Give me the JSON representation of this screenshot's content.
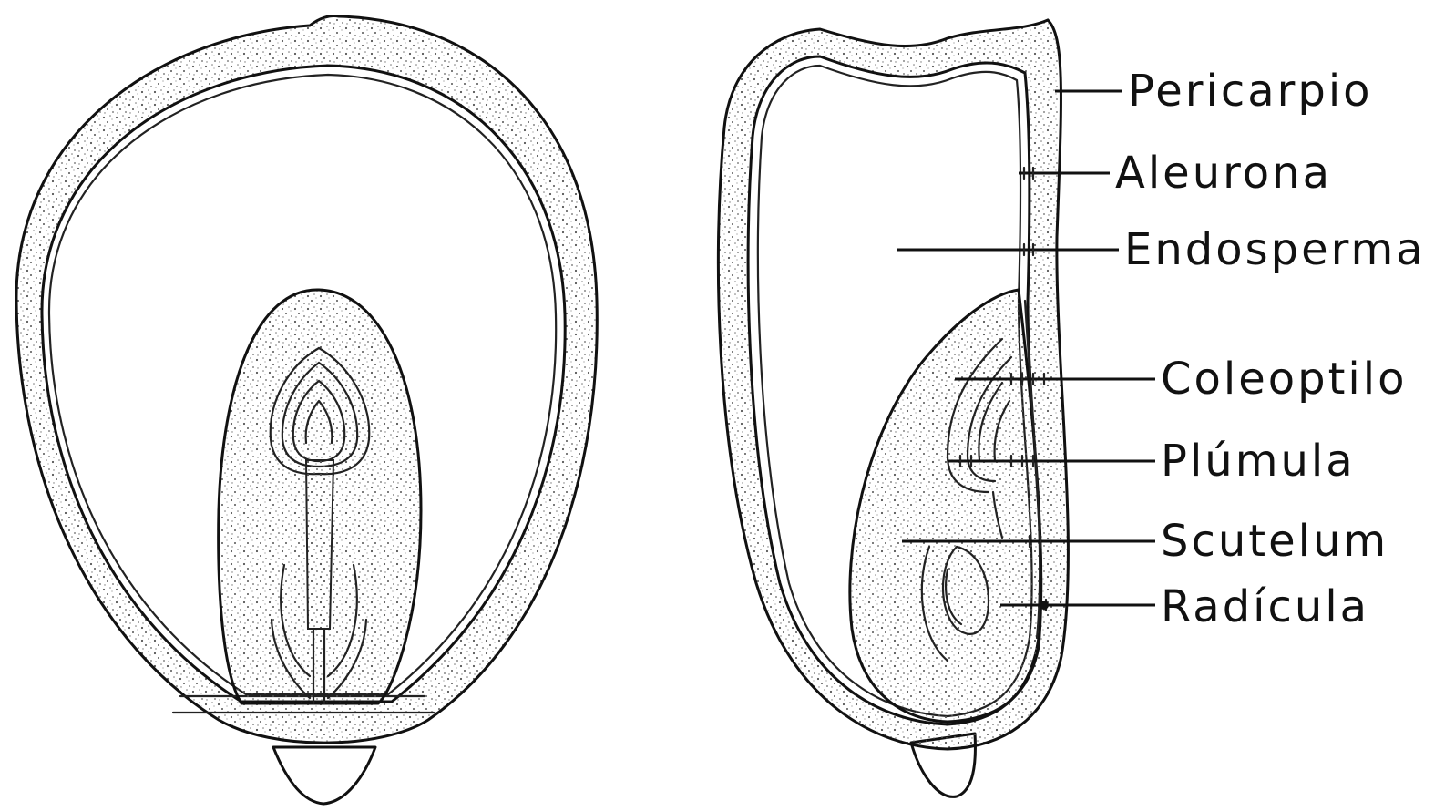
{
  "labels": {
    "pericarpio": "Pericarpio",
    "aleurona": "Aleurona",
    "endosperma": "Endosperma",
    "coleoptilo": "Coleoptilo",
    "plumula": "Plúmula",
    "scutelum": "Scutelum",
    "radicula": "Radícula"
  },
  "colors": {
    "ink": "#111111",
    "paper": "#ffffff",
    "stipple": "#555555"
  }
}
